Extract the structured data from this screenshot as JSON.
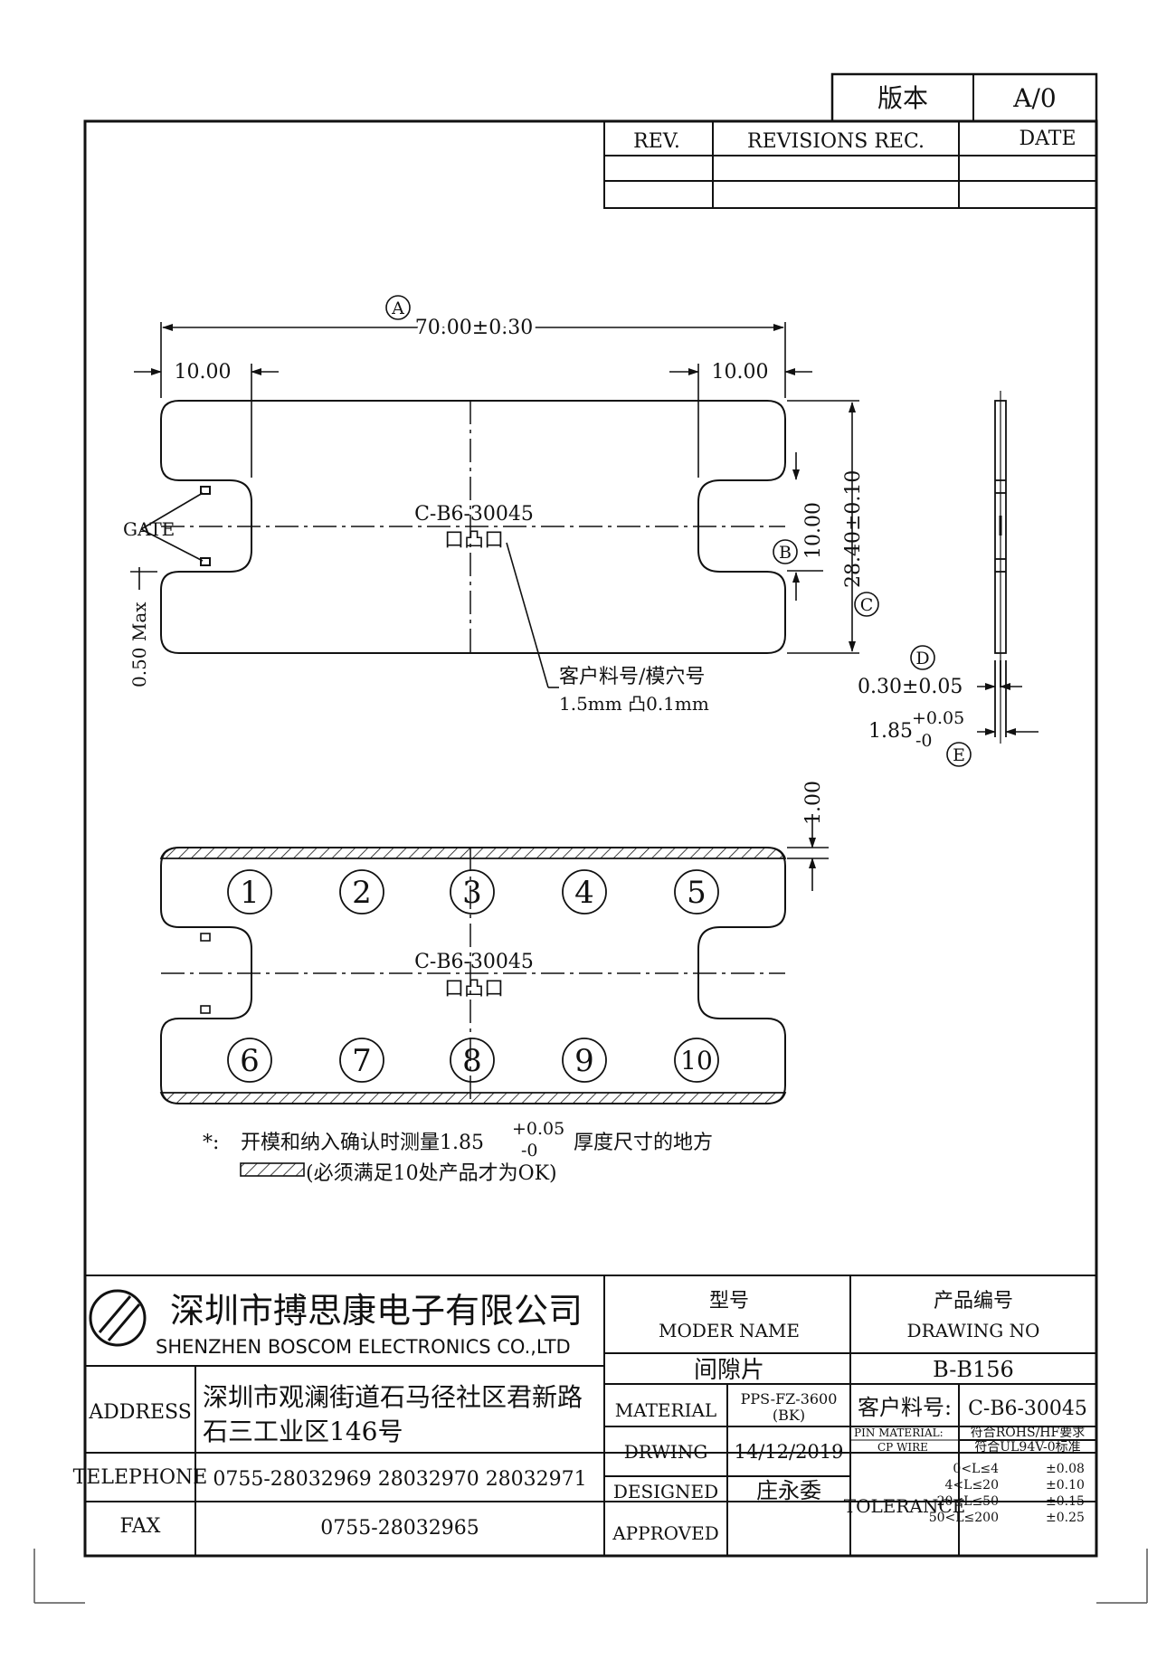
{
  "version_box": {
    "label": "版本",
    "value": "A/0"
  },
  "revision_table": {
    "headers": [
      "REV.",
      "REVISIONS REC.",
      "DATE"
    ]
  },
  "top_view": {
    "dim_a_marker": "A",
    "overall_length": "70.00±0.30",
    "left_end": "10.00",
    "right_end": "10.00",
    "part_code": "C-B6-30045",
    "cavity_marks": "口凸口",
    "gate_label": "GATE",
    "gap_max": "0.50 Max",
    "dim_b_marker": "B",
    "slot_width": "10.00",
    "dim_c_marker": "C",
    "overall_height": "28.40±0.10",
    "note_line1": "客户料号/模穴号",
    "note_line2": "1.5mm 凸0.1mm"
  },
  "side_view": {
    "dim_d_marker": "D",
    "thickness_d": "0.30±0.05",
    "thickness_e_base": "1.85",
    "thickness_e_upper": "+0.05",
    "thickness_e_lower": "-0",
    "dim_e_marker": "E"
  },
  "bottom_view": {
    "edge_dim": "1.00",
    "part_code": "C-B6-30045",
    "cavity_marks": "口凸口",
    "points_top": [
      "1",
      "2",
      "3",
      "4",
      "5"
    ],
    "points_bottom": [
      "6",
      "7",
      "8",
      "9",
      "10"
    ]
  },
  "notes": {
    "star": "*:",
    "line1_pre": "开模和纳入确认时测量1.85",
    "line1_upper": "+0.05",
    "line1_lower": "-0",
    "line1_post": "厚度尺寸的地方",
    "line2": "(必须满足10处产品才为OK)"
  },
  "title_block": {
    "company_cn": "深圳市搏思康电子有限公司",
    "company_en": "SHENZHEN BOSCOM ELECTRONICS CO.,LTD",
    "model_cn": "型号",
    "model_en": "MODER NAME",
    "drawing_no_cn": "产品编号",
    "drawing_no_en": "DRAWING NO",
    "part_name": "间隙片",
    "drawing_no": "B-B156",
    "address_label": "ADDRESS",
    "address_line1": "深圳市观澜街道石马径社区君新路",
    "address_line2": "石三工业区146号",
    "material_label": "MATERIAL",
    "material_value1": "PPS-FZ-3600",
    "material_value2": "(BK)",
    "customer_pn_label": "客户料号:",
    "customer_pn": "C-B6-30045",
    "telephone_label": "TELEPHONE",
    "telephone": "0755-28032969 28032970 28032971",
    "drawing_label": "DRWING",
    "drawing_date": "14/12/2019",
    "pin_material_label": "PIN  MATERIAL:",
    "pin_material_value": "符合ROHS/HF要求",
    "cp_wire_label": "CP WIRE",
    "cp_wire_value": "符合UL94V-0标准",
    "designed_label": "DESIGNED",
    "designer": "庄永委",
    "fax_label": "FAX",
    "fax": "0755-28032965",
    "approved_label": "APPROVED",
    "tolerance_label": "TOLERANCE",
    "tolerances": [
      {
        "range": "0<L≤4",
        "value": "±0.08"
      },
      {
        "range": "4<L≤20",
        "value": "±0.10"
      },
      {
        "range": "20<L≤50",
        "value": "±0.15"
      },
      {
        "range": "50<L≤200",
        "value": "±0.25"
      }
    ]
  }
}
